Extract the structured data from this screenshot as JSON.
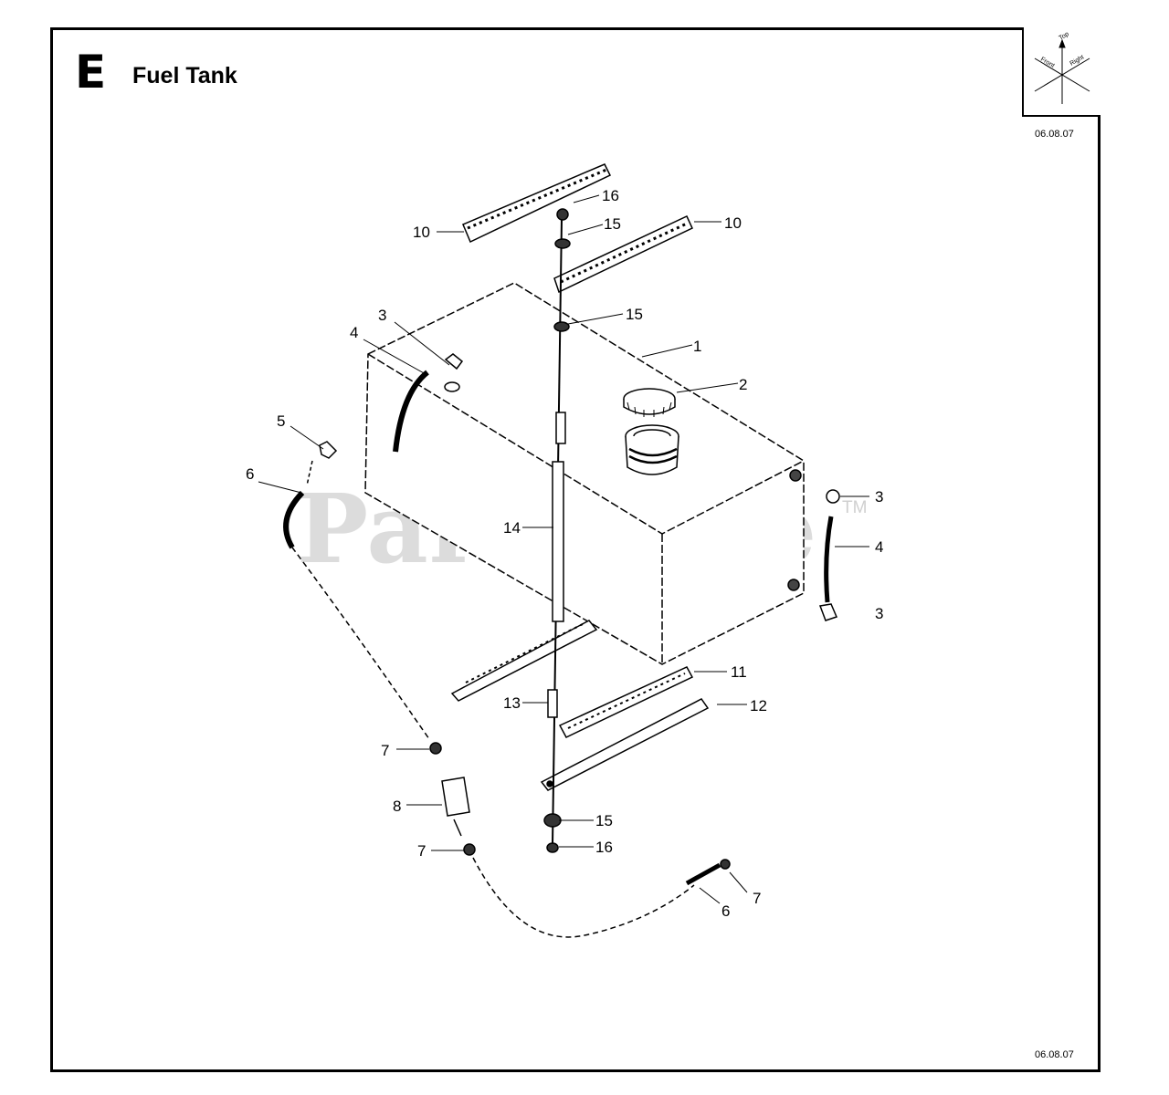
{
  "header": {
    "section_letter": "E",
    "title": "Fuel Tank"
  },
  "dates": {
    "top": "06.08.07",
    "bottom": "06.08.07"
  },
  "compass": {
    "top_label": "Top",
    "front_label": "Front",
    "right_label": "Right"
  },
  "watermark": {
    "text": "PartsTree",
    "tm": "TM"
  },
  "callouts": [
    {
      "id": "c1",
      "label": "1"
    },
    {
      "id": "c2",
      "label": "2"
    },
    {
      "id": "c3a",
      "label": "3"
    },
    {
      "id": "c3b",
      "label": "3"
    },
    {
      "id": "c3c",
      "label": "3"
    },
    {
      "id": "c4a",
      "label": "4"
    },
    {
      "id": "c4b",
      "label": "4"
    },
    {
      "id": "c5",
      "label": "5"
    },
    {
      "id": "c6a",
      "label": "6"
    },
    {
      "id": "c6b",
      "label": "6"
    },
    {
      "id": "c7a",
      "label": "7"
    },
    {
      "id": "c7b",
      "label": "7"
    },
    {
      "id": "c7c",
      "label": "7"
    },
    {
      "id": "c8",
      "label": "8"
    },
    {
      "id": "c10a",
      "label": "10"
    },
    {
      "id": "c10b",
      "label": "10"
    },
    {
      "id": "c11",
      "label": "11"
    },
    {
      "id": "c12",
      "label": "12"
    },
    {
      "id": "c13",
      "label": "13"
    },
    {
      "id": "c14",
      "label": "14"
    },
    {
      "id": "c15a",
      "label": "15"
    },
    {
      "id": "c15b",
      "label": "15"
    },
    {
      "id": "c15c",
      "label": "15"
    },
    {
      "id": "c16a",
      "label": "16"
    },
    {
      "id": "c16b",
      "label": "16"
    }
  ]
}
